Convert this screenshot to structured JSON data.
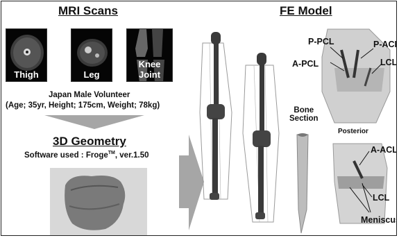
{
  "left": {
    "title": "MRI Scans",
    "scans": [
      {
        "label": "Thigh"
      },
      {
        "label": "Leg"
      },
      {
        "label": "Knee Joint"
      }
    ],
    "volunteer_line1": "Japan Male Volunteer",
    "volunteer_line2": "(Age; 35yr, Height; 175cm, Weight; 78kg)",
    "geometry_title": "3D Geometry",
    "software_prefix": "Software used : Froge",
    "software_sup": "TM",
    "software_suffix": ", ver.1.50"
  },
  "right": {
    "title": "FE Model",
    "bone_section": "Bone\nSection",
    "posterior": "Posterior",
    "labels_top": {
      "p_pcl": "P-PCL",
      "p_acl": "P-ACL",
      "a_pcl": "A-PCL",
      "lcl": "LCL"
    },
    "labels_bottom": {
      "a_acl": "A-ACL",
      "lcl": "LCL",
      "meniscus": "Meniscus"
    }
  },
  "colors": {
    "arrow": "#a6a6a6",
    "mesh": "#9a9a9a",
    "bone": "#3a3a3a"
  }
}
